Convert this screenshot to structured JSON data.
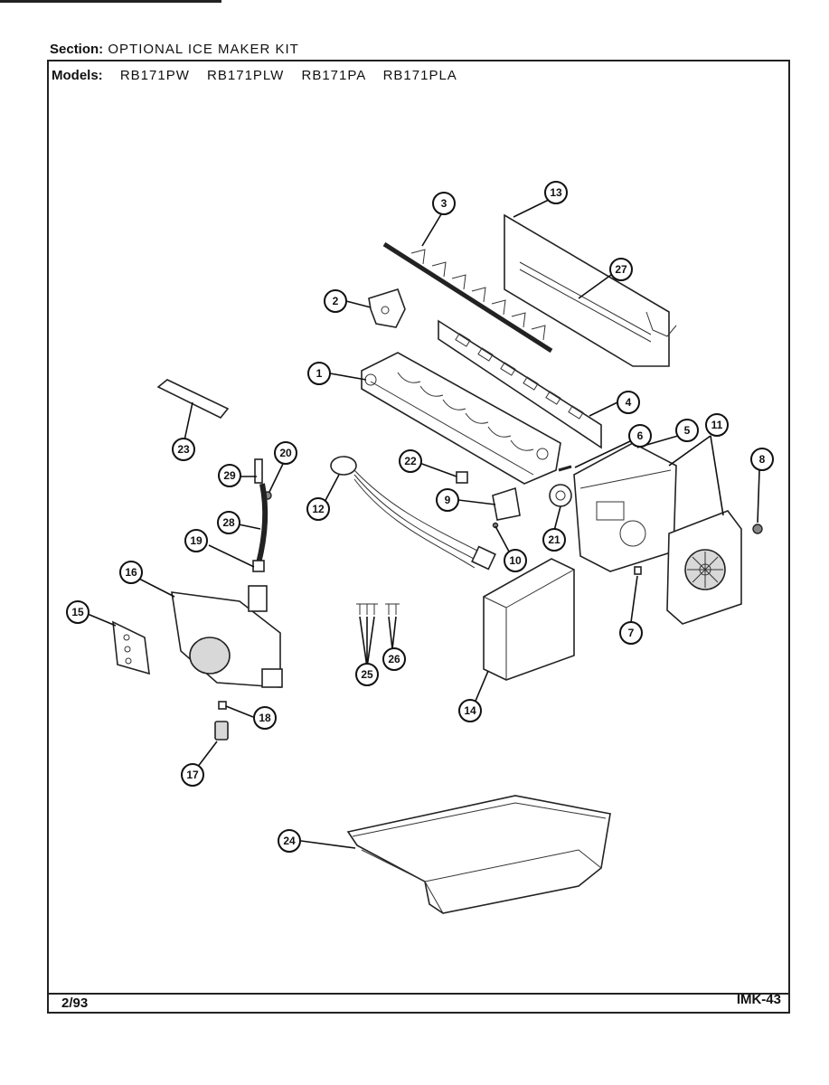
{
  "header": {
    "section_label": "Section:",
    "section_value": "OPTIONAL ICE MAKER KIT",
    "models_label": "Models:",
    "models": [
      "RB171PW",
      "RB171PLW",
      "RB171PA",
      "RB171PLA"
    ]
  },
  "footer": {
    "date": "2/93",
    "page_code": "IMK-43"
  },
  "callouts": [
    "1",
    "2",
    "3",
    "4",
    "5",
    "6",
    "7",
    "8",
    "9",
    "10",
    "11",
    "12",
    "13",
    "14",
    "15",
    "16",
    "17",
    "18",
    "19",
    "20",
    "21",
    "22",
    "23",
    "24",
    "25",
    "26",
    "27",
    "28",
    "29"
  ]
}
